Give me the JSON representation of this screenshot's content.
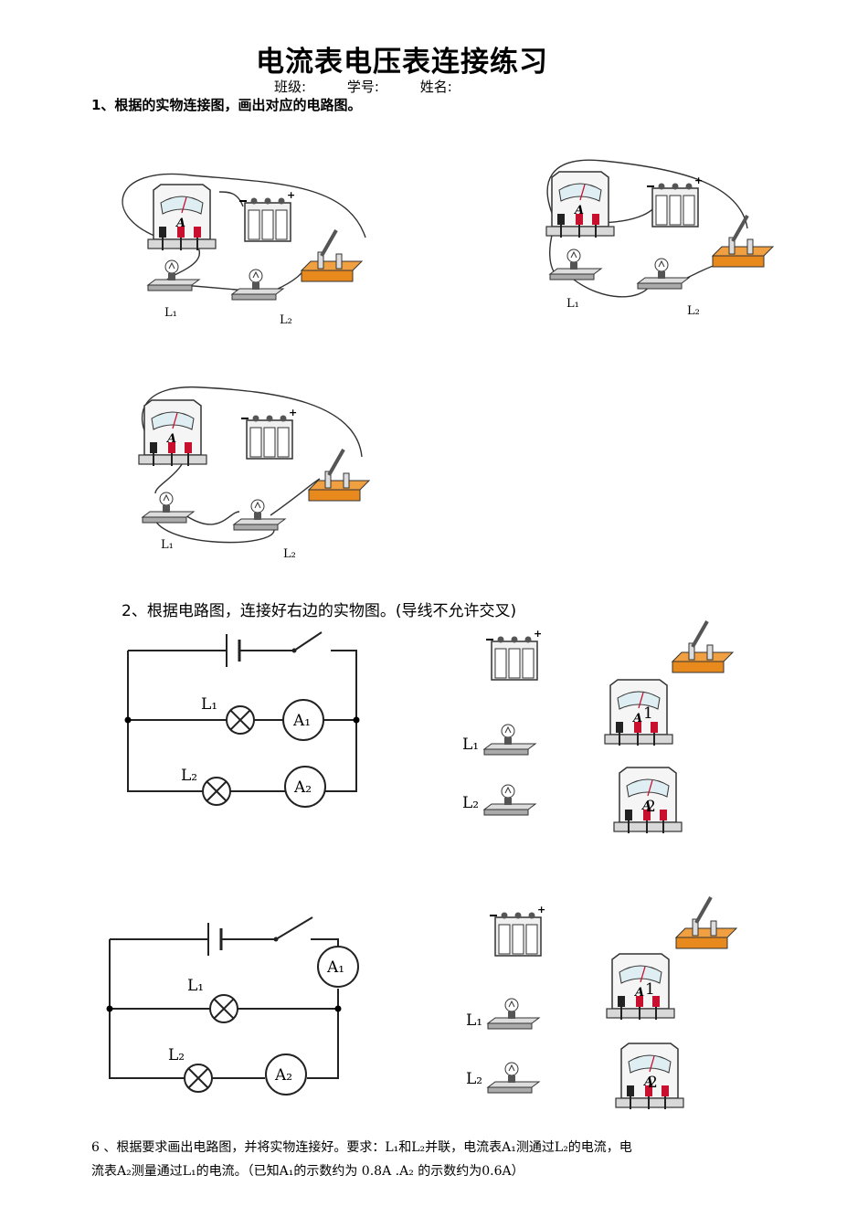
{
  "title": "电流表电压表连接练习",
  "header": {
    "class_label": "班级:",
    "number_label": "学号:",
    "name_label": "姓名:"
  },
  "questions": {
    "q1": "1、根据的实物连接图，画出对应的电路图。",
    "q2": "2、根据电路图，连接好右边的实物图。(导线不允许交叉)",
    "q6_line1": "6 、根据要求画出电路图，并将实物连接好。要求：L₁和L₂并联，电流表A₁测通过L₂的电流，电",
    "q6_line2": "流表A₂测量通过L₁的电流。（已知A₁的示数约为 0.8A  .A₂ 的示数约为0.6A）"
  },
  "labels": {
    "L1": "L₁",
    "L2": "L₂",
    "A1": "A₁",
    "A2": "A₂",
    "ammeter_A": "A",
    "L_1": "L",
    "L_2": "L",
    "sub1": "1",
    "sub2": "2",
    "plus": "+",
    "minus": "-"
  },
  "colors": {
    "switch_base": "#e8891d",
    "terminal_red": "#c8102e",
    "wire": "#333333"
  }
}
